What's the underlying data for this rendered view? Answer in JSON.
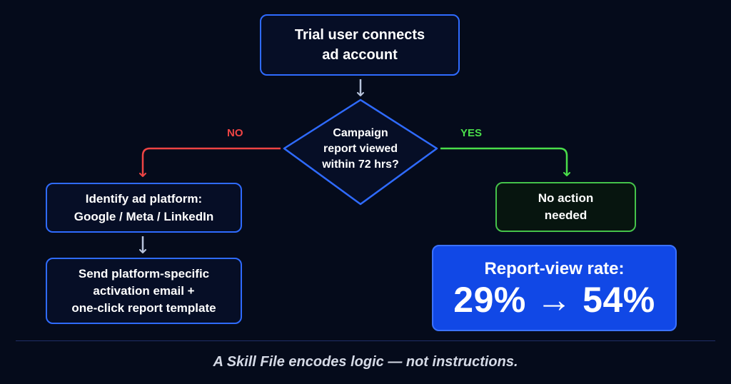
{
  "nodes": {
    "start": {
      "lines": [
        "Trial user connects",
        "ad account"
      ]
    },
    "decision": {
      "lines": [
        "Campaign",
        "report viewed",
        "within 72 hrs?"
      ]
    },
    "identify": {
      "lines": [
        "Identify ad platform:",
        "Google / Meta / LinkedIn"
      ]
    },
    "send": {
      "lines": [
        "Send platform-specific",
        "activation email +",
        "one-click report template"
      ]
    },
    "no_action": {
      "lines": [
        "No action",
        "needed"
      ]
    }
  },
  "branches": {
    "no": "NO",
    "yes": "YES"
  },
  "result": {
    "label": "Report-view rate:",
    "value": "29% → 54%"
  },
  "caption": "A Skill File encodes logic — not instructions.",
  "colors": {
    "background": "#050b1b",
    "node_border": "#2f6bff",
    "no": "#ef4444",
    "yes": "#4ade4a",
    "neutral_arrow": "#b8c4dc",
    "result_fill": "#1148e6"
  }
}
